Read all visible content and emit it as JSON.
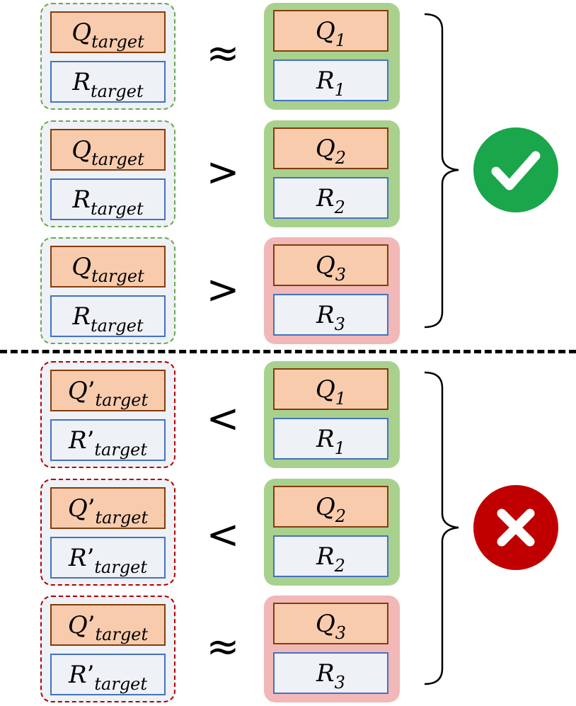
{
  "top_group": {
    "rows": [
      {
        "target_q": "Q",
        "target_q_prime": "",
        "target_q_sub": "target",
        "target_r": "R",
        "target_r_prime": "",
        "target_r_sub": "target",
        "operator": "≈",
        "ref_q": "Q",
        "ref_q_sub": "1",
        "ref_r": "R",
        "ref_r_sub": "1",
        "ref_color": "green"
      },
      {
        "target_q": "Q",
        "target_q_prime": "",
        "target_q_sub": "target",
        "target_r": "R",
        "target_r_prime": "",
        "target_r_sub": "target",
        "operator": ">",
        "ref_q": "Q",
        "ref_q_sub": "2",
        "ref_r": "R",
        "ref_r_sub": "2",
        "ref_color": "green"
      },
      {
        "target_q": "Q",
        "target_q_prime": "",
        "target_q_sub": "target",
        "target_r": "R",
        "target_r_prime": "",
        "target_r_sub": "target",
        "operator": ">",
        "ref_q": "Q",
        "ref_q_sub": "3",
        "ref_r": "R",
        "ref_r_sub": "3",
        "ref_color": "pink"
      }
    ],
    "verdict_icon": "checkmark-icon",
    "verdict_color": "#1aa64a"
  },
  "bottom_group": {
    "rows": [
      {
        "target_q": "Q",
        "target_q_prime": "’",
        "target_q_sub": "target",
        "target_r": "R",
        "target_r_prime": "’",
        "target_r_sub": "target",
        "operator": "<",
        "ref_q": "Q",
        "ref_q_sub": "1",
        "ref_r": "R",
        "ref_r_sub": "1",
        "ref_color": "green"
      },
      {
        "target_q": "Q",
        "target_q_prime": "’",
        "target_q_sub": "target",
        "target_r": "R",
        "target_r_prime": "’",
        "target_r_sub": "target",
        "operator": "<",
        "ref_q": "Q",
        "ref_q_sub": "2",
        "ref_r": "R",
        "ref_r_sub": "2",
        "ref_color": "green"
      },
      {
        "target_q": "Q",
        "target_q_prime": "’",
        "target_q_sub": "target",
        "target_r": "R",
        "target_r_prime": "’",
        "target_r_sub": "target",
        "operator": "≈",
        "ref_q": "Q",
        "ref_q_sub": "3",
        "ref_r": "R",
        "ref_r_sub": "3",
        "ref_color": "pink"
      }
    ],
    "verdict_icon": "cross-icon",
    "verdict_color": "#c00000"
  },
  "colors": {
    "q_fill": "#f8cbad",
    "q_border": "#843c0c",
    "r_fill": "#eef1f5",
    "r_border": "#4472c4",
    "ref_green": "#a9d18e",
    "ref_pink": "#f2b8b8",
    "good_dash": "#6aa84f",
    "bad_dash": "#b20000"
  }
}
